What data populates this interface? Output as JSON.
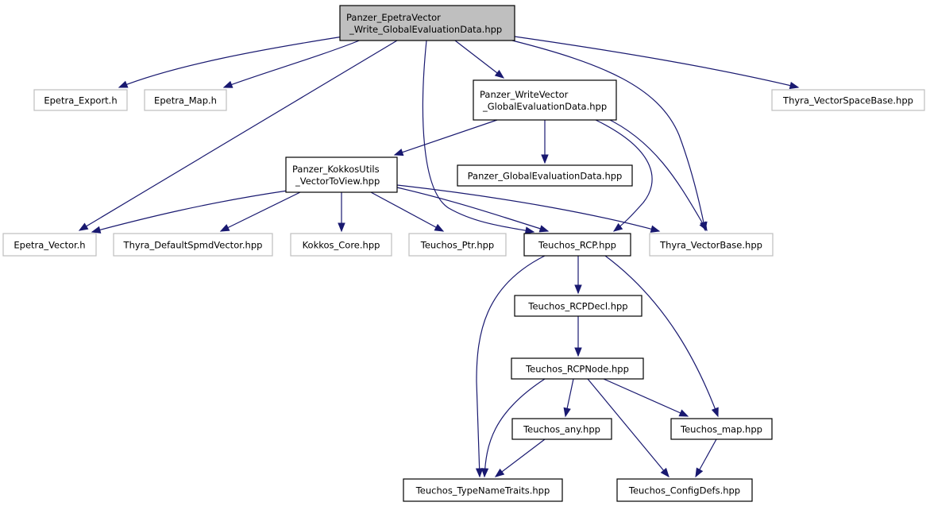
{
  "colors": {
    "edge": "#191970",
    "focus_fill": "#bfbfbf",
    "box_border": "#000000",
    "external_border": "#bfbfbf",
    "background": "#ffffff"
  },
  "nodes": {
    "root": {
      "lines": [
        "Panzer_EpetraVector",
        "_Write_GlobalEvaluationData.hpp"
      ],
      "kind": "focus"
    },
    "epetra_export": {
      "lines": [
        "Epetra_Export.h"
      ],
      "kind": "external"
    },
    "epetra_map": {
      "lines": [
        "Epetra_Map.h"
      ],
      "kind": "external"
    },
    "write_vector": {
      "lines": [
        "Panzer_WriteVector",
        "_GlobalEvaluationData.hpp"
      ],
      "kind": "documented"
    },
    "thyra_vsb": {
      "lines": [
        "Thyra_VectorSpaceBase.hpp"
      ],
      "kind": "external"
    },
    "kokkos_utils": {
      "lines": [
        "Panzer_KokkosUtils",
        "_VectorToView.hpp"
      ],
      "kind": "documented"
    },
    "global_eval": {
      "lines": [
        "Panzer_GlobalEvaluationData.hpp"
      ],
      "kind": "documented"
    },
    "epetra_vector": {
      "lines": [
        "Epetra_Vector.h"
      ],
      "kind": "external"
    },
    "thyra_dsv": {
      "lines": [
        "Thyra_DefaultSpmdVector.hpp"
      ],
      "kind": "external"
    },
    "kokkos_core": {
      "lines": [
        "Kokkos_Core.hpp"
      ],
      "kind": "external"
    },
    "teuchos_ptr": {
      "lines": [
        "Teuchos_Ptr.hpp"
      ],
      "kind": "external"
    },
    "teuchos_rcp": {
      "lines": [
        "Teuchos_RCP.hpp"
      ],
      "kind": "documented"
    },
    "thyra_vb": {
      "lines": [
        "Thyra_VectorBase.hpp"
      ],
      "kind": "external"
    },
    "teuchos_rcpdecl": {
      "lines": [
        "Teuchos_RCPDecl.hpp"
      ],
      "kind": "documented"
    },
    "teuchos_rcpnode": {
      "lines": [
        "Teuchos_RCPNode.hpp"
      ],
      "kind": "documented"
    },
    "teuchos_any": {
      "lines": [
        "Teuchos_any.hpp"
      ],
      "kind": "documented"
    },
    "teuchos_map": {
      "lines": [
        "Teuchos_map.hpp"
      ],
      "kind": "documented"
    },
    "teuchos_tnt": {
      "lines": [
        "Teuchos_TypeNameTraits.hpp"
      ],
      "kind": "documented"
    },
    "teuchos_config": {
      "lines": [
        "Teuchos_ConfigDefs.hpp"
      ],
      "kind": "documented"
    }
  },
  "edges": [
    [
      "root",
      "epetra_export"
    ],
    [
      "root",
      "epetra_map"
    ],
    [
      "root",
      "epetra_vector"
    ],
    [
      "root",
      "teuchos_rcp"
    ],
    [
      "root",
      "write_vector"
    ],
    [
      "root",
      "thyra_vb"
    ],
    [
      "root",
      "thyra_vsb"
    ],
    [
      "write_vector",
      "kokkos_utils"
    ],
    [
      "write_vector",
      "global_eval"
    ],
    [
      "write_vector",
      "teuchos_rcp"
    ],
    [
      "write_vector",
      "thyra_vb"
    ],
    [
      "kokkos_utils",
      "epetra_vector"
    ],
    [
      "kokkos_utils",
      "thyra_dsv"
    ],
    [
      "kokkos_utils",
      "kokkos_core"
    ],
    [
      "kokkos_utils",
      "teuchos_ptr"
    ],
    [
      "kokkos_utils",
      "teuchos_rcp"
    ],
    [
      "kokkos_utils",
      "thyra_vb"
    ],
    [
      "teuchos_rcp",
      "teuchos_rcpdecl"
    ],
    [
      "teuchos_rcp",
      "teuchos_tnt"
    ],
    [
      "teuchos_rcp",
      "teuchos_map"
    ],
    [
      "teuchos_rcpdecl",
      "teuchos_rcpnode"
    ],
    [
      "teuchos_rcpnode",
      "teuchos_any"
    ],
    [
      "teuchos_rcpnode",
      "teuchos_map"
    ],
    [
      "teuchos_rcpnode",
      "teuchos_tnt"
    ],
    [
      "teuchos_rcpnode",
      "teuchos_config"
    ],
    [
      "teuchos_any",
      "teuchos_tnt"
    ],
    [
      "teuchos_map",
      "teuchos_config"
    ]
  ]
}
